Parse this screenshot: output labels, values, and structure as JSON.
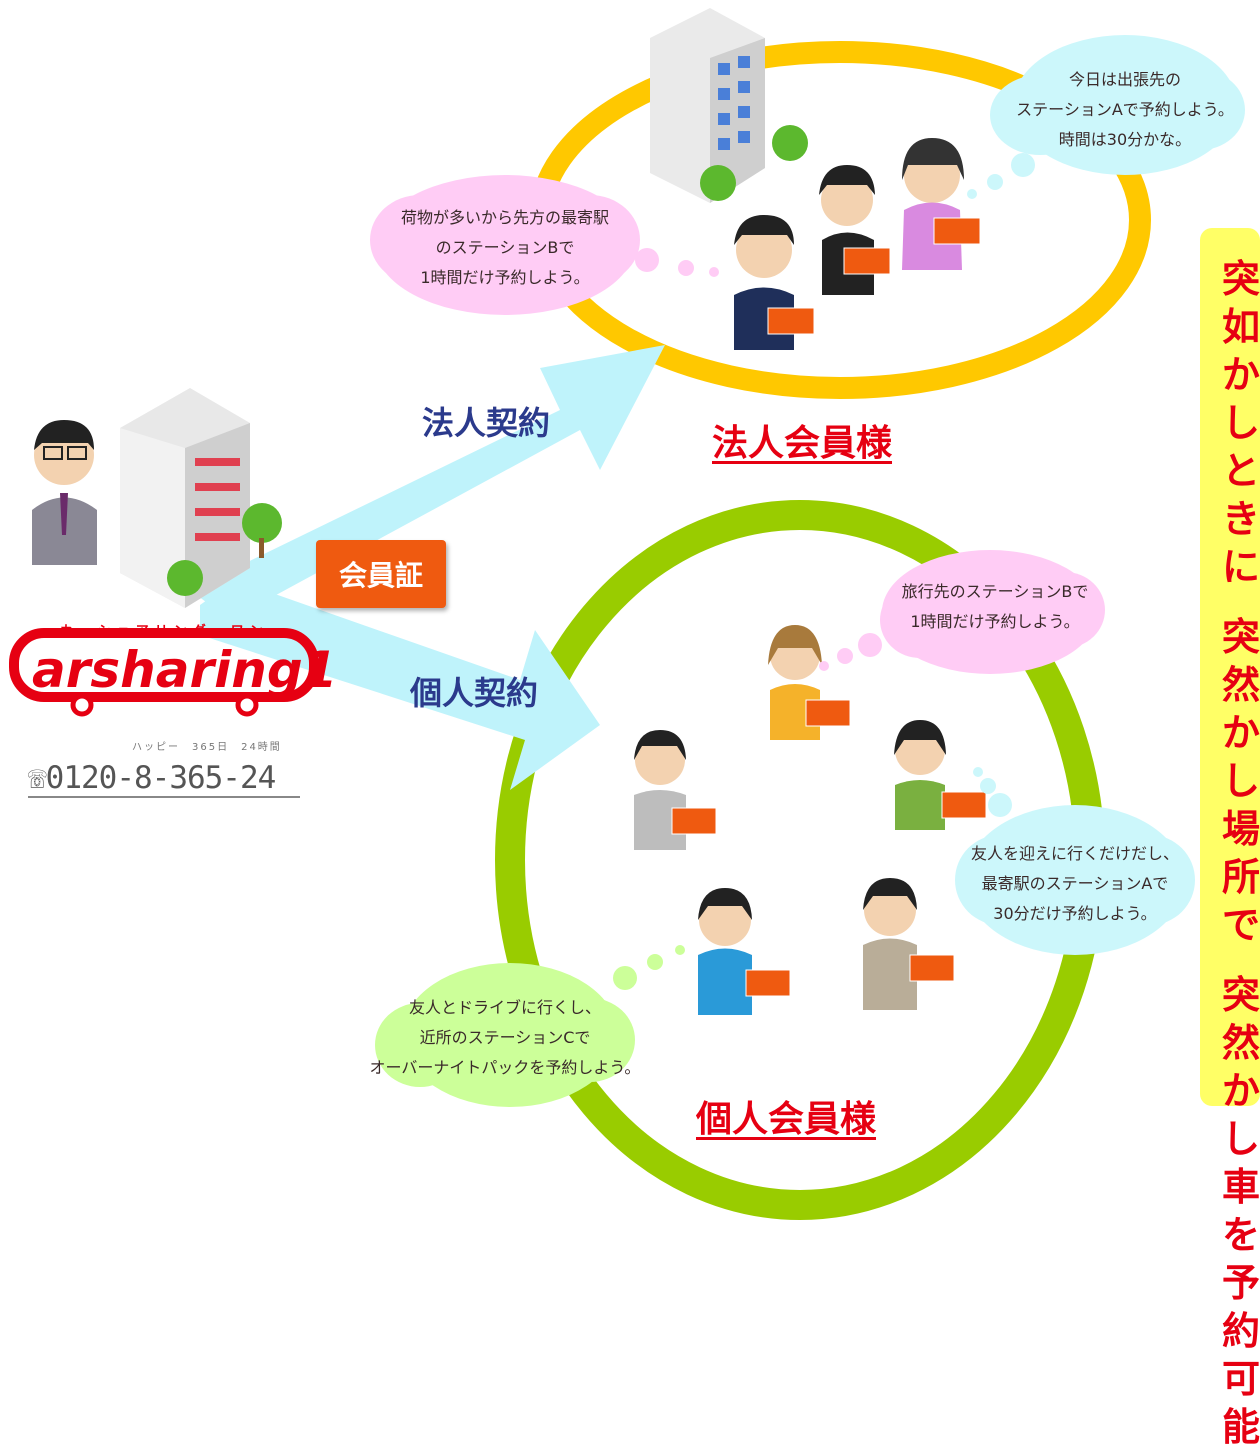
{
  "labels": {
    "corporate_contract": "法人契約",
    "individual_contract": "個人契約",
    "member_card": "会員証",
    "corporate_members": "法人会員様",
    "individual_members": "個人会員様"
  },
  "logo": {
    "brand": "arsharing1",
    "kana": "カーシェアリング・ワン",
    "tagline": "ハッピー　365日　24時間",
    "phone": "0120-8-365-24"
  },
  "bubbles": {
    "corporate_right": [
      "今日は出張先の",
      "ステーションAで予約しよう。",
      "時間は30分かな。"
    ],
    "corporate_left": [
      "荷物が多いから先方の最寄駅",
      "のステーションBで",
      "1時間だけ予約しよう。"
    ],
    "individual_top": [
      "旅行先のステーションBで",
      "1時間だけ予約しよう。"
    ],
    "individual_right": [
      "友人を迎えに行くだけだし、",
      "最寄駅のステーションAで",
      "30分だけ予約しよう。"
    ],
    "individual_left": [
      "友人とドライブに行くし、",
      "近所のステーションCで",
      "オーバーナイトパックを予約しよう。"
    ]
  },
  "side_panel": [
    "突",
    "如",
    "か",
    "し",
    "と",
    "き",
    "に",
    "",
    "突",
    "然",
    "か",
    "し",
    "場",
    "所",
    "で",
    "",
    "突",
    "然",
    "か",
    "し",
    "車",
    "を",
    "予",
    "約",
    "可",
    "能"
  ],
  "colors": {
    "corporate_ring": "#ffc800",
    "individual_ring": "#99cc00",
    "arrow": "#bff3fb",
    "accent_red": "#e60012",
    "contract_blue": "#2b3a8c",
    "pink_bubble": "#ffccf5",
    "cyan_bubble": "#ccf7fb",
    "green_bubble": "#ccff99"
  }
}
